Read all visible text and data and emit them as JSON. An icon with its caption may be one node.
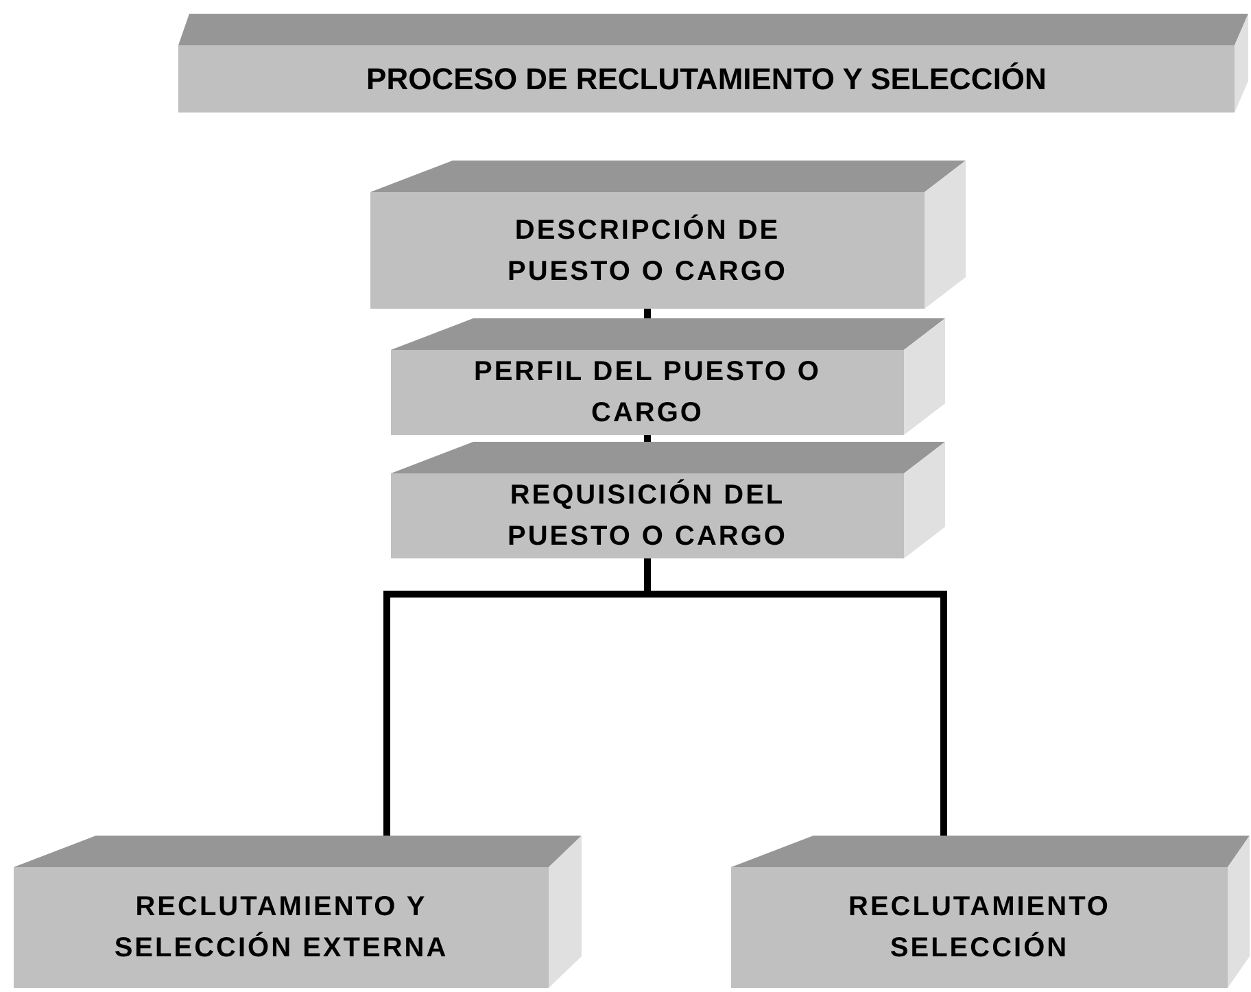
{
  "diagram": {
    "title": "PROCESO DE RECLUTAMIENTO Y SELECCIÓN",
    "nodes": [
      {
        "text": [
          "DESCRIPCIÓN DE PUESTO O CARGO"
        ]
      },
      {
        "text": [
          "PERFIL DEL PUESTO O CARGO"
        ]
      },
      {
        "text": [
          "REQUISICIÓN DEL PUESTO O CARGO"
        ]
      },
      {
        "text": [
          "RECLUTAMIENTO Y SELECCIÓN EXTERNA"
        ]
      },
      {
        "text": [
          "RECLUTAMIENTO SELECCIÓN"
        ]
      }
    ],
    "edges": [
      {
        "from": 0,
        "to": 1,
        "arrow": "none"
      },
      {
        "from": 1,
        "to": 2,
        "arrow": "none"
      },
      {
        "from": 2,
        "to": 3,
        "arrow": "none"
      },
      {
        "from": 2,
        "to": 4,
        "arrow": "none"
      }
    ]
  }
}
